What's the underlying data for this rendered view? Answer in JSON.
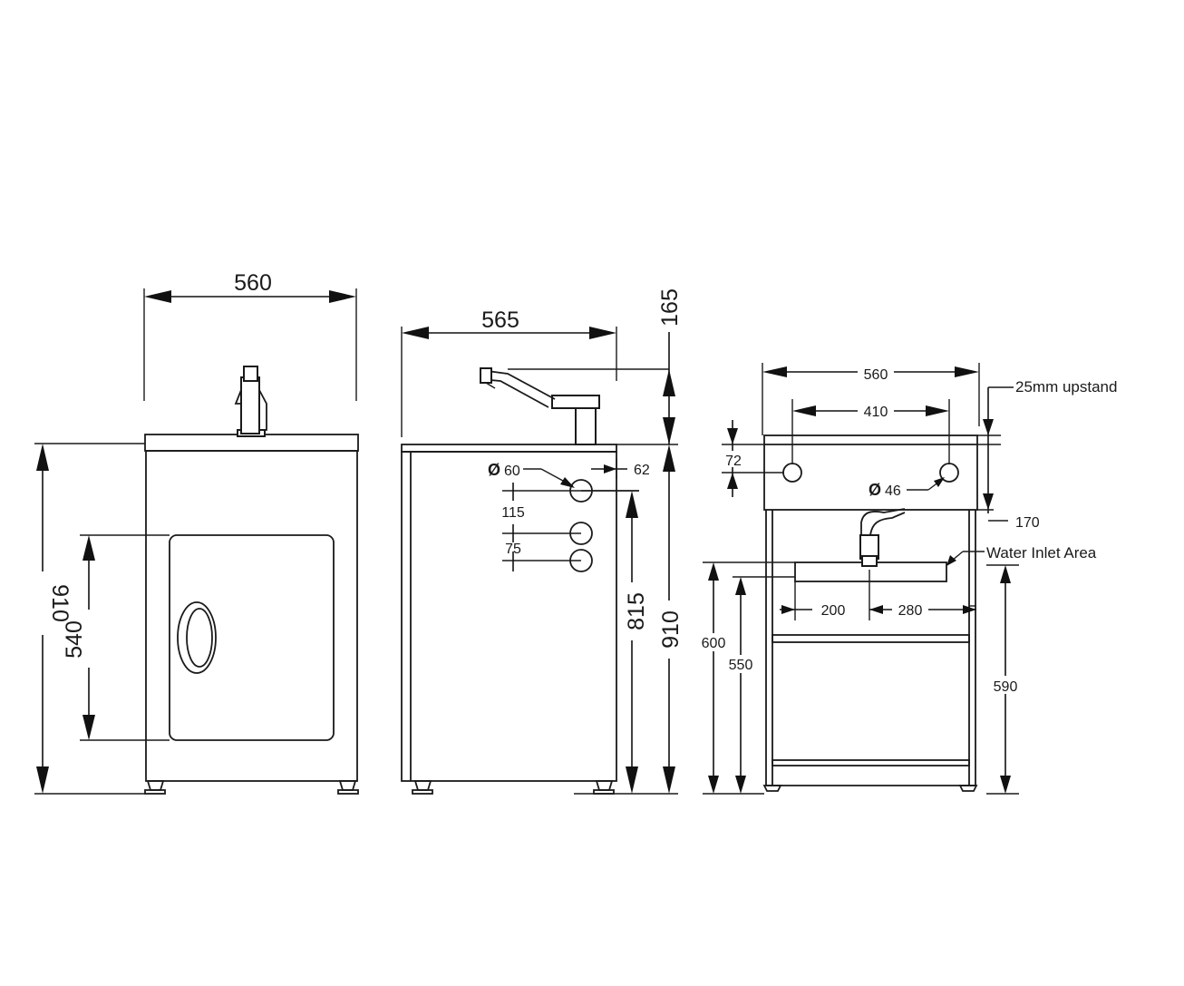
{
  "front_view": {
    "width_label": "560",
    "height_label": "910",
    "door_height_label": "540"
  },
  "side_view": {
    "depth_label": "565",
    "tap_height_label": "165",
    "total_height_label": "910",
    "hole_height_label": "815",
    "hole_diameter_label": "60",
    "hole_offset_label": "62",
    "spacing_a_label": "115",
    "spacing_b_label": "75",
    "diameter_symbol": "Ø"
  },
  "rear_view": {
    "width_label": "560",
    "hole_spacing_label": "410",
    "upstand_note": "25mm upstand",
    "top_offset_label": "72",
    "hole_diameter_label": "46",
    "panel_height_label": "170",
    "water_inlet_label": "Water Inlet Area",
    "inlet_left_label": "200",
    "inlet_right_label": "280",
    "inlet_top_label": "600",
    "inlet_bottom_label": "550",
    "right_height_label": "590",
    "diameter_symbol": "Ø"
  }
}
